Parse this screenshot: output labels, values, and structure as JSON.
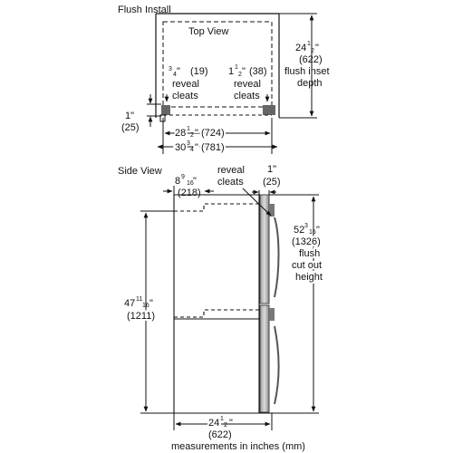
{
  "flush_install": "Flush Install",
  "top_view": {
    "title": "Top View",
    "left_reveal": [
      "(19)",
      "reveal",
      "cleats"
    ],
    "right_reveal": [
      "(38)",
      "reveal",
      "cleats"
    ],
    "depth": [
      "24",
      "1",
      "2",
      "\"",
      "(622)",
      "flush inset",
      "depth"
    ],
    "side_1": [
      "1\"",
      "(25)"
    ],
    "width_28": [
      "28",
      "1",
      "2",
      "\" (724)"
    ],
    "width_30": [
      "30",
      "3",
      "4",
      "\" (781)"
    ],
    "frac_34": [
      "3",
      "4",
      "\""
    ],
    "frac_112": [
      "1",
      "1",
      "2",
      "\""
    ]
  },
  "side_view": {
    "title": "Side View",
    "top_89_16": [
      "8",
      "9",
      "16",
      "\""
    ],
    "top_218": "(218)",
    "reveal_cleats": [
      "reveal",
      "cleats"
    ],
    "one_inch": [
      "1\"",
      "(25)"
    ],
    "height_52": [
      "52",
      "3",
      "16",
      "\""
    ],
    "height_52_b": [
      "(1326)",
      "flush",
      "cut out",
      "height"
    ],
    "height_47": [
      "47",
      "11",
      "16",
      "\""
    ],
    "height_47_mm": "(1211)",
    "depth_24": [
      "24",
      "1",
      "2",
      "\""
    ],
    "depth_622": "(622)"
  },
  "footer": "measurements in inches (mm)"
}
